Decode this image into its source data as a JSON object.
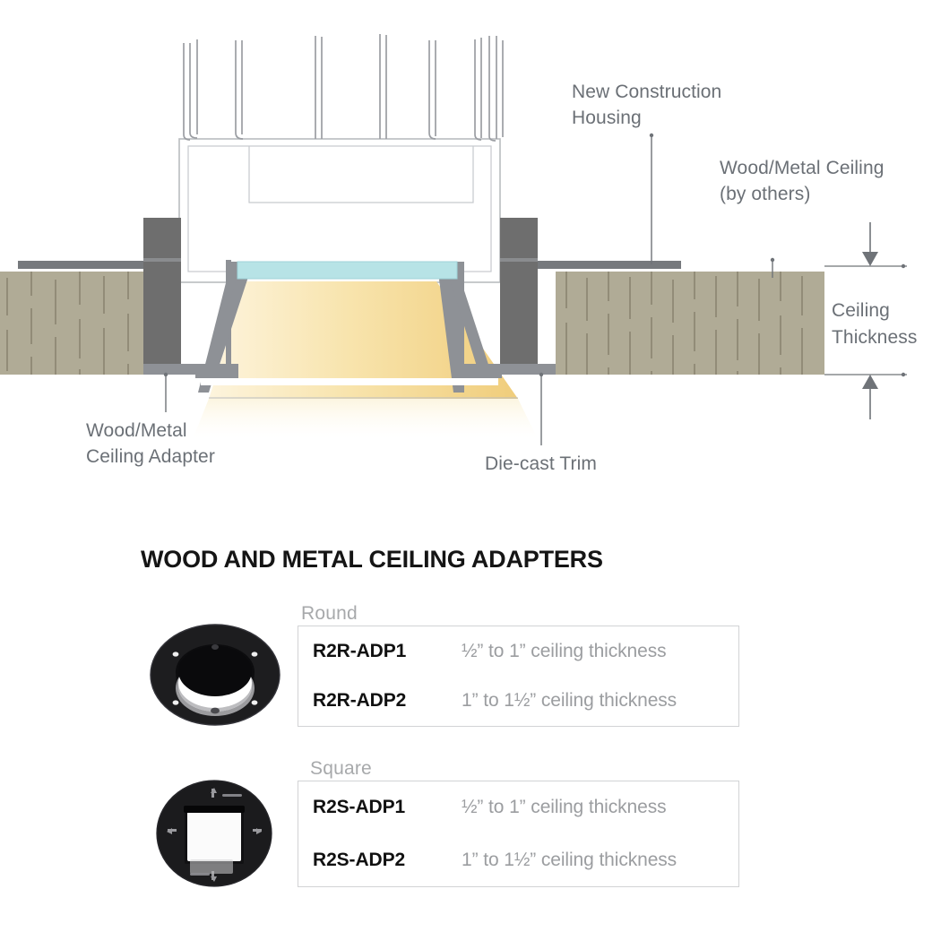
{
  "diagram": {
    "name": "recessed-downlight-ceiling-cutaway",
    "callouts": {
      "new_construction_housing": "New Construction\nHousing",
      "wood_metal_ceiling": "Wood/Metal Ceiling\n(by others)",
      "ceiling_thickness": "Ceiling\nThickness",
      "wood_metal_ceiling_adapter": "Wood/Metal\nCeiling Adapter",
      "die_cast_trim": "Die-cast Trim"
    },
    "colors": {
      "callout_text": "#6b7076",
      "ceiling_fill": "#b0ab96",
      "ceiling_grain": "#8a8571",
      "adapter_dark": "#6e6e6e",
      "trim_gray": "#8e9196",
      "lens_cyan": "#b7e3e6",
      "light_warm": "#f5d98a",
      "leader_line": "#6f7378",
      "housing_outline": "#b9bcc0"
    }
  },
  "adapters_section": {
    "title": "WOOD AND METAL CEILING ADAPTERS",
    "groups": [
      {
        "label": "Round",
        "photo": "round-ceiling-adapter-photo",
        "rows": [
          {
            "code": "R2R-ADP1",
            "desc": "½” to 1” ceiling thickness"
          },
          {
            "code": "R2R-ADP2",
            "desc": "1” to 1½” ceiling thickness"
          }
        ]
      },
      {
        "label": "Square",
        "photo": "square-ceiling-adapter-photo",
        "rows": [
          {
            "code": "R2S-ADP1",
            "desc": "½” to 1” ceiling thickness"
          },
          {
            "code": "R2S-ADP2",
            "desc": "1” to 1½” ceiling thickness"
          }
        ]
      }
    ],
    "colors": {
      "title": "#151515",
      "group_label": "#a7a9ab",
      "code": "#111111",
      "desc": "#9b9da0",
      "table_border": "#d2d3d5"
    }
  }
}
